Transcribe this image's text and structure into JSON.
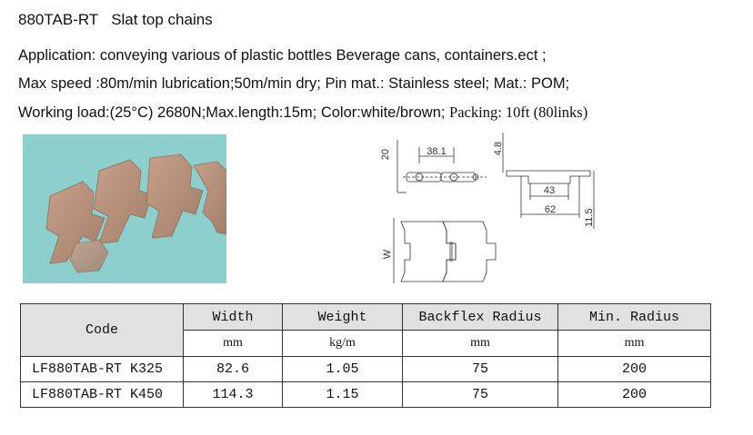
{
  "product": {
    "model": "880TAB-RT",
    "name": "Slat top chains"
  },
  "specs": {
    "application": "Application: conveying various of plastic bottles Beverage cans, containers.ect ;",
    "speed": "Max speed :80m/min lubrication;50m/min dry; Pin mat.: Stainless steel; Mat.: POM;",
    "load": "Working load:(25°C) 2680N;Max.length:15m;",
    "color": "Color:white/brown;",
    "packing": "Packing: 10ft (80links)"
  },
  "drawing": {
    "dim_height": "20",
    "dim_pitch": "38.1",
    "dim_thickness": "4.8",
    "dim_inner": "43",
    "dim_outer": "62",
    "dim_total": "11.5",
    "dim_width": "W"
  },
  "table": {
    "headers": {
      "code": "Code",
      "width": "Width",
      "weight": "Weight",
      "backflex": "Backflex Radius",
      "min_radius": "Min. Radius"
    },
    "units": {
      "width": "mm",
      "weight": "kg/m",
      "backflex": "mm",
      "min_radius": "mm"
    },
    "rows": [
      {
        "code": "LF880TAB-RT K325",
        "width": "82.6",
        "weight": "1.05",
        "backflex": "75",
        "min_radius": "200"
      },
      {
        "code": "LF880TAB-RT K450",
        "width": "114.3",
        "weight": "1.15",
        "backflex": "75",
        "min_radius": "200"
      }
    ]
  },
  "colors": {
    "photo_background": "#8dcfcc",
    "chain_color": "#b58f79",
    "header_fill": "#e1e1e1"
  }
}
